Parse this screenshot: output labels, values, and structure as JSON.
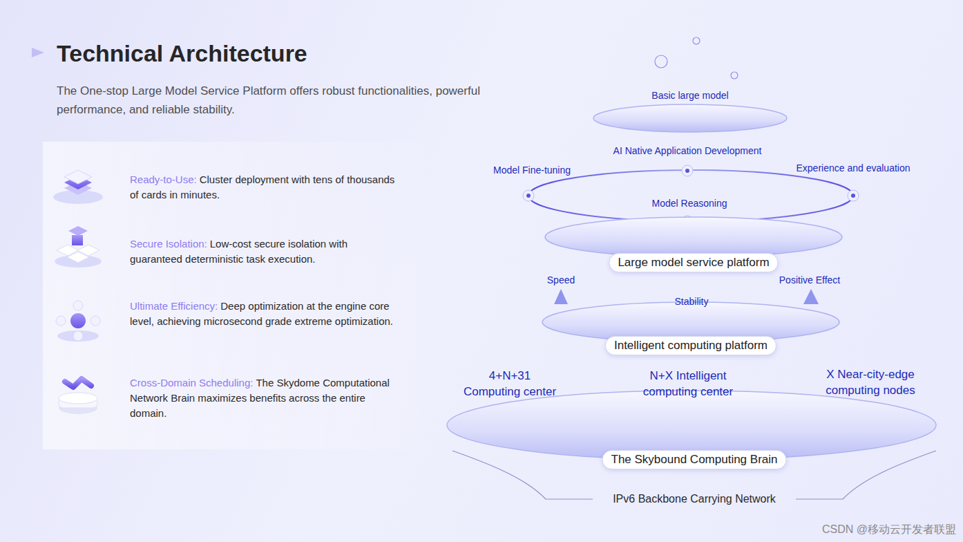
{
  "diagram": {
    "title": "Technical Architecture",
    "nodes": [
      {
        "text": [
          "Basic large model"
        ]
      },
      {
        "text": [
          "Large model service platform"
        ]
      },
      {
        "text": [
          "Intelligent computing platform"
        ]
      },
      {
        "text": [
          "The Skybound Computing Brain",
          "4+N+31 Computing center",
          "N+X Intelligent computing center",
          "X Near-city-edge computing nodes"
        ]
      }
    ],
    "labels": [
      "The One-stop Large Model Service Platform offers robust functionalities, powerful performance, and reliable stability.",
      "Ready-to-Use:",
      "Cluster deployment with tens of thousands of cards in minutes.",
      "Secure Isolation:",
      "Low-cost secure isolation with guaranteed deterministic task execution.",
      "Ultimate Efficiency:",
      "Deep optimization at the engine core level, achieving microsecond grade extreme optimization.",
      "Cross-Domain Scheduling:",
      "The Skydome Computational Network Brain maximizes benefits across the entire domain.",
      "AI Native Application Development",
      "Model Fine-tuning",
      "Experience and evaluation",
      "Model Reasoning",
      "Speed",
      "Stability",
      "Positive Effect",
      "IPv6 Backbone Carrying Network",
      "CSDN @移动云开发者联盟"
    ]
  }
}
